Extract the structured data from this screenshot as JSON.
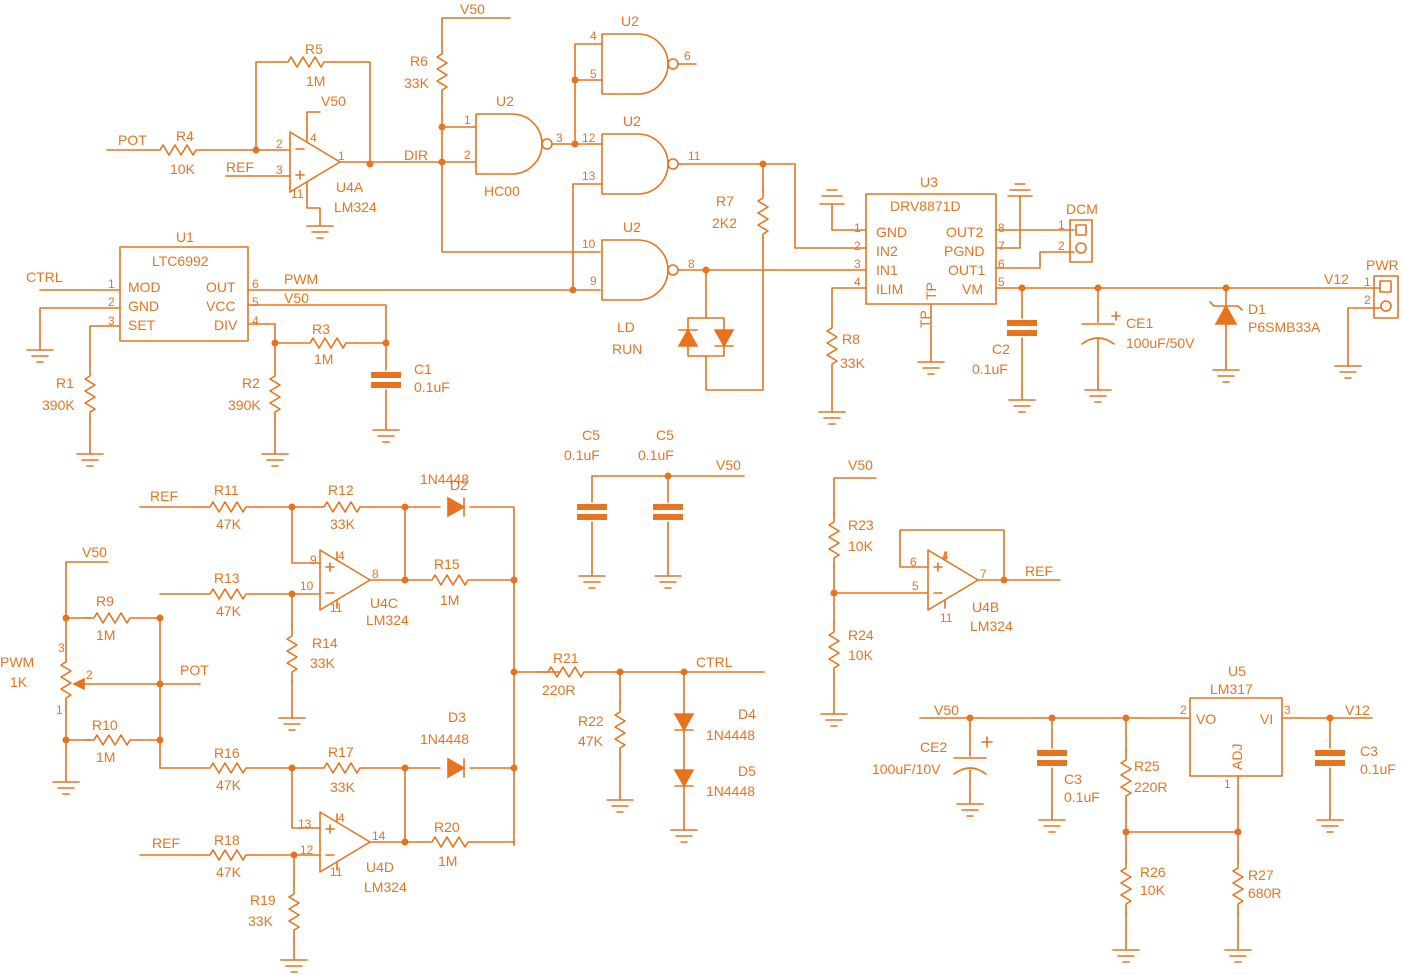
{
  "colors": {
    "wire": "#e8731f",
    "background": "#ffffff"
  },
  "nets": {
    "pot_a": "POT",
    "ref_a": "REF",
    "v50_a": "V50",
    "v50_b": "V50",
    "dir": "DIR",
    "ctrl_a": "CTRL",
    "pwm": "PWM",
    "v50_c": "V50",
    "v12": "V12",
    "ref_b": "REF",
    "v50_d": "V50",
    "v50_e": "V50",
    "pot_b": "POT",
    "ctrl_b": "CTRL",
    "ref_c": "REF",
    "ref_d": "REF",
    "v50_f": "V50",
    "v12_b": "V12"
  },
  "parts": {
    "r4": {
      "ref": "R4",
      "value": "10K"
    },
    "r5": {
      "ref": "R5",
      "value": "1M"
    },
    "r6": {
      "ref": "R6",
      "value": "33K"
    },
    "u4a": {
      "ref": "U4A",
      "value": "LM324",
      "p_inv": "2",
      "p_noninv": "3",
      "p_out": "1",
      "p_vcc": "4",
      "p_gnd": "11"
    },
    "u2_top": {
      "ref": "U2",
      "p_a": "4",
      "p_b": "5",
      "p_out": "6"
    },
    "u2_mid": {
      "ref": "U2",
      "value": "HC00",
      "p_a": "1",
      "p_b": "2",
      "p_out": "3"
    },
    "u2_12": {
      "ref": "U2",
      "p_a": "12",
      "p_b": "13",
      "p_out": "11"
    },
    "u2_8": {
      "ref": "U2",
      "p_a": "10",
      "p_b": "9",
      "p_out": "8"
    },
    "r7": {
      "ref": "R7",
      "value": "2K2"
    },
    "led": {
      "label1": "LD",
      "label2": "RUN"
    },
    "u1": {
      "ref": "U1",
      "value": "LTC6992",
      "pins_left": [
        {
          "num": "1",
          "name": "MOD"
        },
        {
          "num": "2",
          "name": "GND"
        },
        {
          "num": "3",
          "name": "SET"
        }
      ],
      "pins_right": [
        {
          "num": "6",
          "name": "OUT"
        },
        {
          "num": "5",
          "name": "VCC"
        },
        {
          "num": "4",
          "name": "DIV"
        }
      ]
    },
    "r1": {
      "ref": "R1",
      "value": "390K"
    },
    "r2": {
      "ref": "R2",
      "value": "390K"
    },
    "r3": {
      "ref": "R3",
      "value": "1M"
    },
    "c1": {
      "ref": "C1",
      "value": "0.1uF"
    },
    "u3": {
      "ref": "U3",
      "value": "DRV8871D",
      "tp_a": "TP",
      "tp_b": "TP",
      "pins_left": [
        {
          "num": "1",
          "name": "GND"
        },
        {
          "num": "2",
          "name": "IN2"
        },
        {
          "num": "3",
          "name": "IN1"
        },
        {
          "num": "4",
          "name": "ILIM"
        }
      ],
      "pins_right": [
        {
          "num": "8",
          "name": "OUT2"
        },
        {
          "num": "7",
          "name": "PGND"
        },
        {
          "num": "6",
          "name": "OUT1"
        },
        {
          "num": "5",
          "name": "VM"
        }
      ]
    },
    "r8": {
      "ref": "R8",
      "value": "33K"
    },
    "c2": {
      "ref": "C2",
      "value": "0.1uF"
    },
    "ce1": {
      "ref": "CE1",
      "value": "100uF/50V"
    },
    "d1": {
      "ref": "D1",
      "value": "P6SMB33A"
    },
    "dcm": {
      "ref": "DCM",
      "p1": "1",
      "p2": "2"
    },
    "pwr": {
      "ref": "PWR",
      "p1": "1",
      "p2": "2"
    },
    "c5a": {
      "ref": "C5",
      "value": "0.1uF"
    },
    "c5b": {
      "ref": "C5",
      "value": "0.1uF"
    },
    "r23": {
      "ref": "R23",
      "value": "10K"
    },
    "r24": {
      "ref": "R24",
      "value": "10K"
    },
    "u4b": {
      "ref": "U4B",
      "value": "LM324",
      "p_inv": "6",
      "p_noninv": "5",
      "p_out": "7",
      "p_vcc": "4",
      "p_gnd": "11"
    },
    "r11": {
      "ref": "R11",
      "value": "47K"
    },
    "r12": {
      "ref": "R12",
      "value": "33K"
    },
    "d2": {
      "ref": "D2",
      "value": "1N4448"
    },
    "u4c": {
      "ref": "U4C",
      "value": "LM324",
      "p_inv": "9",
      "p_noninv": "10",
      "p_out": "8",
      "p_vcc": "4",
      "p_gnd": "11"
    },
    "r15": {
      "ref": "R15",
      "value": "1M"
    },
    "r13": {
      "ref": "R13",
      "value": "47K"
    },
    "r14": {
      "ref": "R14",
      "value": "33K"
    },
    "r9": {
      "ref": "R9",
      "value": "1M"
    },
    "r10": {
      "ref": "R10",
      "value": "1M"
    },
    "pot": {
      "ref": "PWM",
      "value": "1K",
      "p1": "1",
      "p2": "2",
      "p3": "3"
    },
    "r21": {
      "ref": "R21",
      "value": "220R"
    },
    "r22": {
      "ref": "R22",
      "value": "47K"
    },
    "d4": {
      "ref": "D4",
      "value": "1N4448"
    },
    "d5": {
      "ref": "D5",
      "value": "1N4448"
    },
    "r16": {
      "ref": "R16",
      "value": "47K"
    },
    "r17": {
      "ref": "R17",
      "value": "33K"
    },
    "d3": {
      "ref": "D3",
      "value": "1N4448"
    },
    "u4d": {
      "ref": "U4D",
      "value": "LM324",
      "p_inv": "13",
      "p_noninv": "12",
      "p_out": "14",
      "p_vcc": "4",
      "p_gnd": "11"
    },
    "r20": {
      "ref": "R20",
      "value": "1M"
    },
    "r18": {
      "ref": "R18",
      "value": "47K"
    },
    "r19": {
      "ref": "R19",
      "value": "33K"
    },
    "u5": {
      "ref": "U5",
      "value": "LM317",
      "vo": "VO",
      "vi": "VI",
      "adj": "ADJ",
      "p_vo": "2",
      "p_vi": "3",
      "p_adj": "1"
    },
    "ce2": {
      "ref": "CE2",
      "value": "100uF/10V"
    },
    "c3a": {
      "ref": "C3",
      "value": "0.1uF"
    },
    "c3b": {
      "ref": "C3",
      "value": "0.1uF"
    },
    "r25": {
      "ref": "R25",
      "value": "220R"
    },
    "r26": {
      "ref": "R26",
      "value": "10K"
    },
    "r27": {
      "ref": "R27",
      "value": "680R"
    }
  }
}
